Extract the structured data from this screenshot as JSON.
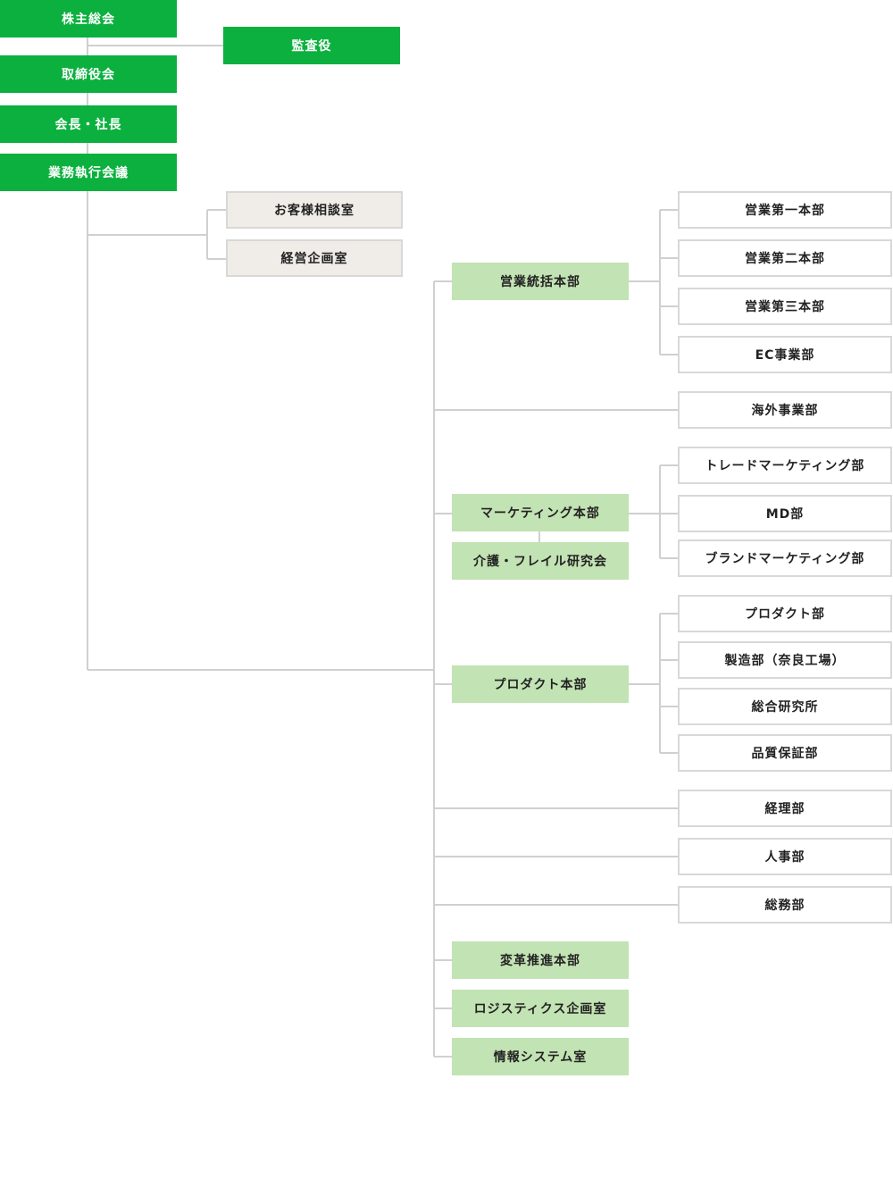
{
  "colors": {
    "top_fill": "#0bb03e",
    "division_fill": "#c2e3b3",
    "staff_fill": "#f0ede8",
    "department_fill": "#ffffff",
    "border": "#d8d8d8",
    "line": "#d0d0d0"
  },
  "governance": {
    "shareholders": "株主総会",
    "auditor": "監査役",
    "board": "取締役会",
    "chairman_president": "会長・社長",
    "executive_meeting": "業務執行会議"
  },
  "staff_offices": {
    "customer_consultation": "お客様相談室",
    "corporate_planning": "経営企画室"
  },
  "divisions": {
    "sales_hq": "営業統括本部",
    "marketing_hq": "マーケティング本部",
    "care_frailty_society": "介護・フレイル研究会",
    "product_hq": "プロダクト本部",
    "transformation_hq": "変革推進本部",
    "logistics_planning": "ロジスティクス企画室",
    "information_systems": "情報システム室"
  },
  "departments": {
    "sales_1": "営業第一本部",
    "sales_2": "営業第二本部",
    "sales_3": "営業第三本部",
    "ec": "EC事業部",
    "overseas": "海外事業部",
    "trade_marketing": "トレードマーケティング部",
    "md": "MD部",
    "brand_marketing": "ブランドマーケティング部",
    "product": "プロダクト部",
    "manufacturing": "製造部（奈良工場）",
    "research": "総合研究所",
    "quality": "品質保証部",
    "accounting": "経理部",
    "hr": "人事部",
    "general_affairs": "総務部"
  }
}
